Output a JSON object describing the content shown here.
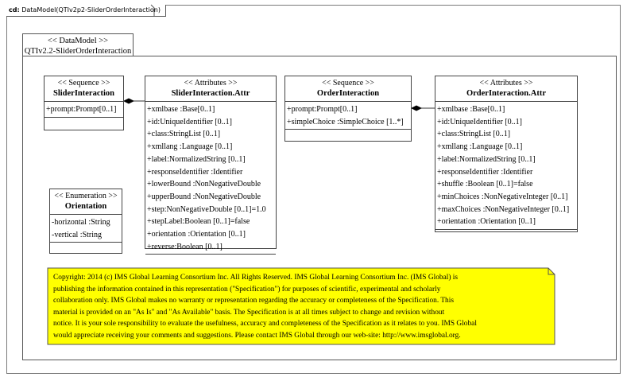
{
  "frame": {
    "prefix": "cd:",
    "title": "DataModel(QTIv2p2-SliderOrderInteraction)"
  },
  "package": {
    "stereotype": "<< DataModel >>",
    "name": "QTIv2.2-SliderOrderInteraction"
  },
  "classes": {
    "slider": {
      "stereotype": "<< Sequence >>",
      "name": "SliderInteraction",
      "attributes": [
        "+prompt:Prompt[0..1]"
      ]
    },
    "slider_attr": {
      "stereotype": "<< Attributes  >>",
      "name": "SliderInteraction.Attr",
      "attributes": [
        "+xmlbase :Base[0..1]",
        "+id:UniqueIdentifier  [0..1]",
        "+class:StringList  [0..1]",
        "+xmllang  :Language [0..1]",
        "+label:NormalizedString  [0..1]",
        "+responseIdentifier  :Identifier",
        "+lowerBound :NonNegativeDouble",
        "+upperBound :NonNegativeDouble",
        "+step:NonNegativeDouble  [0..1]=1.0",
        "+stepLabel:Boolean [0..1]=false",
        "+orientation  :Orientation [0..1]",
        "+reverse:Boolean [0..1]"
      ]
    },
    "order": {
      "stereotype": "<< Sequence >>",
      "name": "OrderInteraction",
      "attributes": [
        "+prompt:Prompt[0..1]",
        "+simpleChoice  :SimpleChoice  [1..*]"
      ]
    },
    "order_attr": {
      "stereotype": "<< Attributes  >>",
      "name": "OrderInteraction.Attr",
      "attributes": [
        "+xmlbase :Base[0..1]",
        "+id:UniqueIdentifier  [0..1]",
        "+class:StringList  [0..1]",
        "+xmllang  :Language [0..1]",
        "+label:NormalizedString  [0..1]",
        "+responseIdentifier  :Identifier",
        "+shuffle  :Boolean [0..1]=false",
        "+minChoices  :NonNegativeInteger  [0..1]",
        "+maxChoices  :NonNegativeInteger  [0..1]",
        "+orientation  :Orientation [0..1]"
      ]
    },
    "orientation": {
      "stereotype": "<< Enumeration   >>",
      "name": "Orientation",
      "attributes": [
        "-horizontal  :String",
        "-vertical :String"
      ]
    }
  },
  "note": {
    "color": "#ffff00",
    "lines": [
      "Copyright: 2014 (c) IMS Global Learning Consortium Inc.  All Rights Reserved.  IMS Global Learning Consortium Inc. (IMS Global) is",
      "publishing the information contained in this representation (\"Specification\") for purposes of scientific, experimental and scholarly",
      "collaboration only.  IMS Global makes no warranty or representation regarding the accuracy or completeness of the Specification.  This",
      "material is provided on an \"As Is\" and \"As Available\" basis.  The Specification is at all times subject to change and revision without",
      "notice.  It is your sole responsibility to evaluate the usefulness, accuracy and completeness of the Specification as it relates to you.  IMS Global",
      "would appreciate receiving your comments and suggestions.  Please contact IMS Global through our web-site: http://www.imsglobal.org."
    ]
  }
}
